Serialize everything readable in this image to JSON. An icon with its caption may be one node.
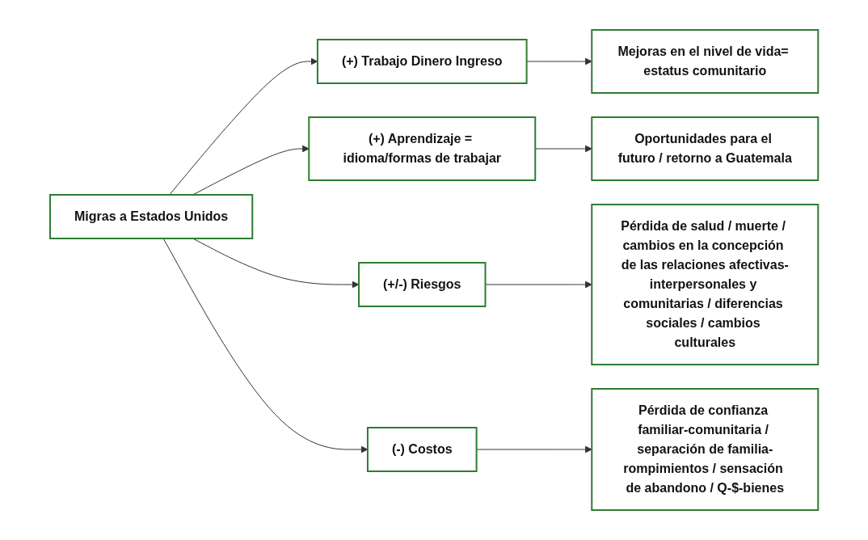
{
  "diagram": {
    "nodes": [
      {
        "text": [
          "Migras a Estados Unidos"
        ]
      },
      {
        "text": [
          "(+) Trabajo Dinero Ingreso"
        ]
      },
      {
        "text": [
          "Mejoras en el nivel de vida= estatus comunitario"
        ]
      },
      {
        "text": [
          "(+) Aprendizaje = idioma/formas de trabajar"
        ]
      },
      {
        "text": [
          "Oportunidades para el futuro / retorno a Guatemala"
        ]
      },
      {
        "text": [
          "(+/-) Riesgos"
        ]
      },
      {
        "text": [
          "Pérdida de salud / muerte / cambios en la concepción de las relaciones afectivas-interpersonales y comunitarias / diferencias sociales / cambios culturales"
        ]
      },
      {
        "text": [
          "(-) Costos"
        ]
      },
      {
        "text": [
          "Pérdida de confianza familiar-comunitaria / separación de familia-rompimientos / sensación de abandono / Q-$-bienes"
        ]
      }
    ],
    "edges": [
      {
        "from": 0,
        "to": 1,
        "arrow": "to"
      },
      {
        "from": 0,
        "to": 3,
        "arrow": "to"
      },
      {
        "from": 0,
        "to": 5,
        "arrow": "to"
      },
      {
        "from": 0,
        "to": 7,
        "arrow": "to"
      },
      {
        "from": 1,
        "to": 2,
        "arrow": "to"
      },
      {
        "from": 3,
        "to": 4,
        "arrow": "to"
      },
      {
        "from": 5,
        "to": 6,
        "arrow": "to"
      },
      {
        "from": 7,
        "to": 8,
        "arrow": "to"
      }
    ]
  }
}
